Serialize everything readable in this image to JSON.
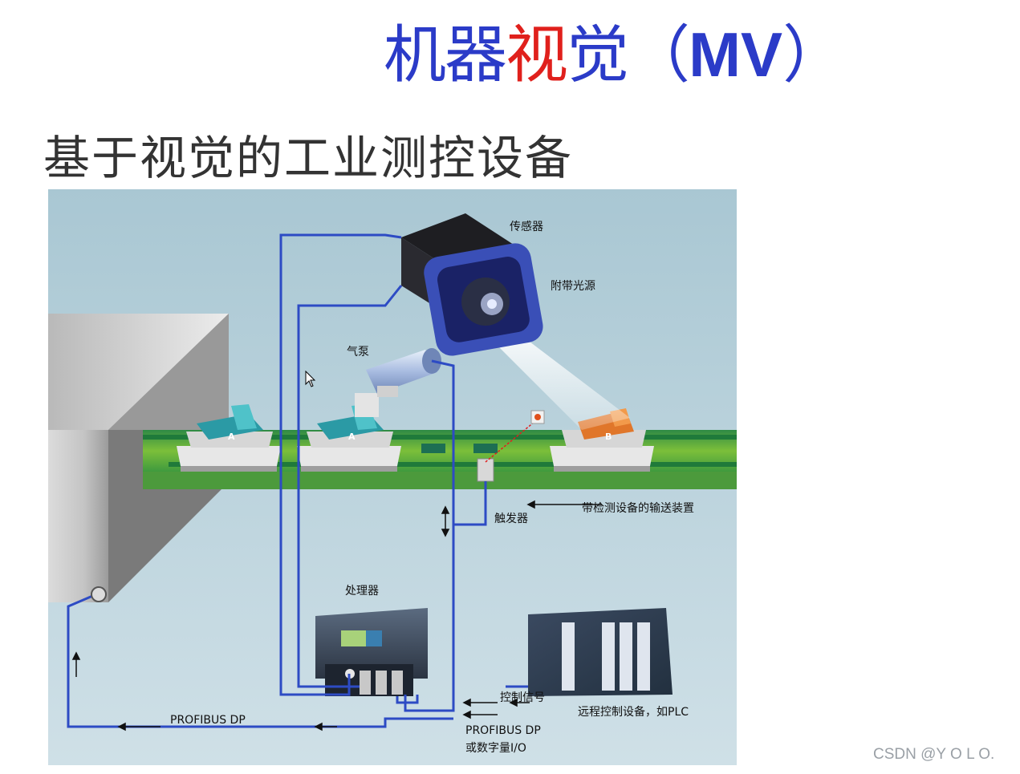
{
  "title": {
    "part1": "机器",
    "part2": "视",
    "part3": "觉",
    "part4": "（",
    "mv": "MV",
    "part5": "）"
  },
  "subtitle": "基于视觉的工业测控设备",
  "diagram": {
    "labels": {
      "sensor": "传感器",
      "light": "附带光源",
      "pump": "气泵",
      "trigger": "触发器",
      "conveyor": "带检测设备的输送装置",
      "processor": "处理器",
      "control_signal": "控制信号",
      "plc": "远程控制设备，如PLC",
      "profibus_left": "PROFIBUS DP",
      "profibus_bottom": "PROFIBUS DP",
      "digital_io": "或数字量I/O"
    },
    "parts": {
      "a1": "A",
      "a2": "A",
      "b": "B"
    }
  },
  "watermark": "CSDN @Y O L O."
}
